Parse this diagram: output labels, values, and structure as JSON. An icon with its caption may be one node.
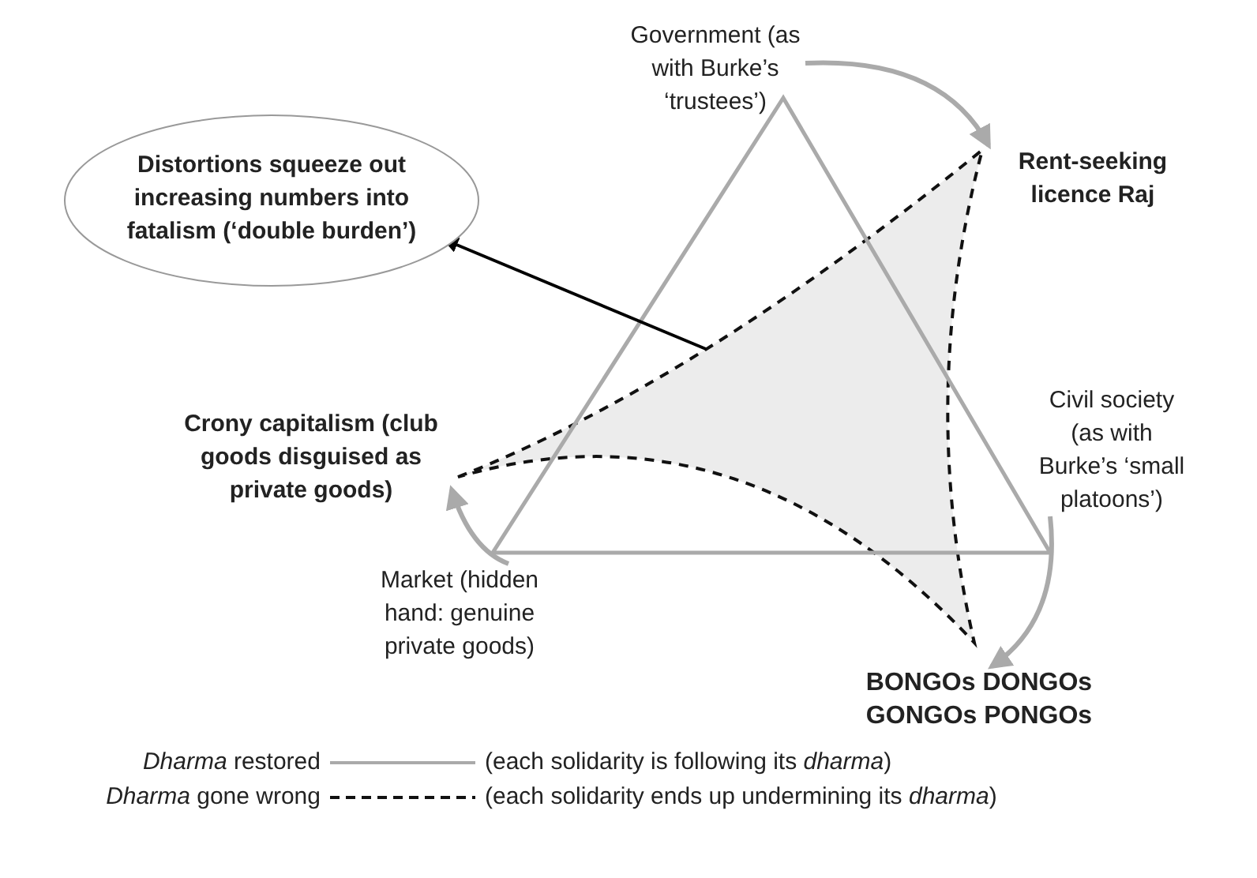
{
  "diagram": {
    "nodes": [
      {
        "text": [
          "Government (as with Burke’s ‘trustees’)"
        ]
      },
      {
        "text": [
          "Civil society (as with Burke’s ‘small platoons’)"
        ]
      },
      {
        "text": [
          "Market (hidden hand: genuine private goods)"
        ]
      },
      {
        "text": [
          "Rent-seeking licence Raj"
        ]
      },
      {
        "text": [
          "Crony capitalism (club goods disguised as private goods)"
        ]
      },
      {
        "text": [
          "BONGOs DONGOs GONGOs PONGOs"
        ]
      },
      {
        "text": [
          "Distortions squeeze out increasing numbers into fatalism (‘double burden’)"
        ]
      },
      {
        "text": [],
        "shape": "triangle"
      }
    ],
    "edges": [
      {
        "from": 0,
        "to": 3,
        "arrow": "to"
      },
      {
        "from": 1,
        "to": 5,
        "arrow": "to"
      },
      {
        "from": 2,
        "to": 4,
        "arrow": "to"
      },
      {
        "from": 7,
        "to": 6,
        "arrow": "to",
        "color": "#000000"
      }
    ],
    "labels": [
      "(each solidarity is following its *dharma*)",
      "(each solidarity ends up undermining its *dharma*)"
    ],
    "legend": [
      {
        "text": "*Dharma* restored"
      },
      {
        "text": "*Dharma* gone wrong"
      }
    ]
  }
}
